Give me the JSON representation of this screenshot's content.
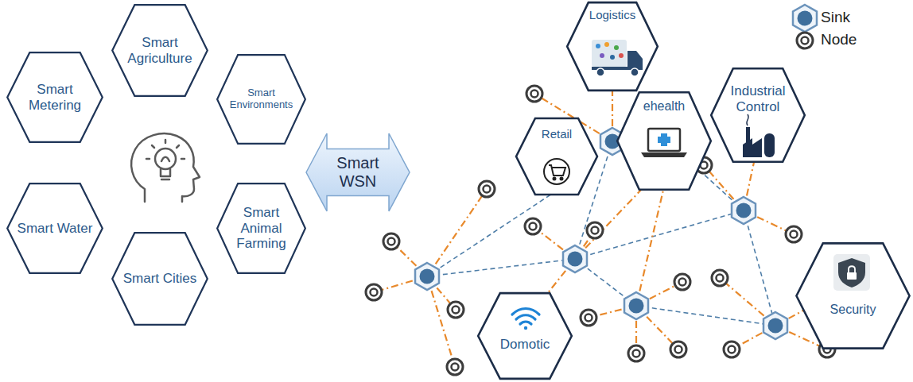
{
  "diagram": {
    "nodes": [
      {
        "text": [
          "Smart Agriculture"
        ]
      },
      {
        "text": [
          "Smart Metering"
        ]
      },
      {
        "text": [
          "Smart Environments"
        ]
      },
      {
        "text": [
          "Smart Water"
        ]
      },
      {
        "text": [
          "Smart Animal Farming"
        ]
      },
      {
        "text": [
          "Smart Cities"
        ]
      },
      {
        "text": [
          "Smart WSN"
        ]
      },
      {
        "text": [
          "Logistics"
        ]
      },
      {
        "text": [
          "Retail"
        ]
      },
      {
        "text": [
          "Industrial Control"
        ]
      },
      {
        "text": [
          "ehealth"
        ]
      },
      {
        "text": [
          "Domotic"
        ]
      },
      {
        "text": [
          "Security"
        ]
      }
    ],
    "legend": [
      {
        "text": "Sink"
      },
      {
        "text": "Node"
      }
    ]
  }
}
